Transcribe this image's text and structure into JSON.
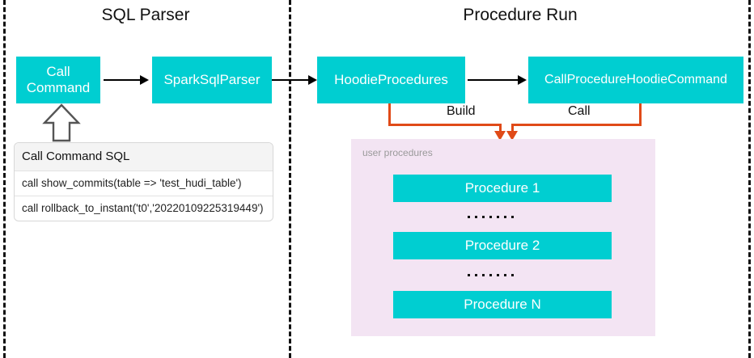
{
  "sections": [
    {
      "title": "SQL Parser"
    },
    {
      "title": "Procedure Run"
    }
  ],
  "parser_flow": {
    "boxes": [
      {
        "label": "Call\nCommand",
        "line1": "Call",
        "line2": "Command"
      },
      {
        "label": "SparkSqlParser"
      }
    ]
  },
  "run_flow": {
    "boxes": [
      {
        "label": "HoodieProcedures"
      },
      {
        "label": "CallProcedureHoodieCommand"
      }
    ],
    "connector_labels": [
      {
        "label": "Build"
      },
      {
        "label": "Call"
      }
    ]
  },
  "sql_card": {
    "header": "Call Command SQL",
    "rows": [
      "call show_commits(table => 'test_hudi_table')",
      "call rollback_to_instant('t0','20220109225319449')"
    ]
  },
  "procedures_panel": {
    "label": "user procedures",
    "items": [
      {
        "label": "Procedure 1"
      },
      {
        "label": "Procedure 2"
      },
      {
        "label": "Procedure N"
      }
    ],
    "ellipsis_dots": 7
  },
  "colors": {
    "teal": "#00CED1",
    "orange": "#E04A18",
    "panel_pink": "#F3E4F3",
    "separator": "#111111"
  }
}
